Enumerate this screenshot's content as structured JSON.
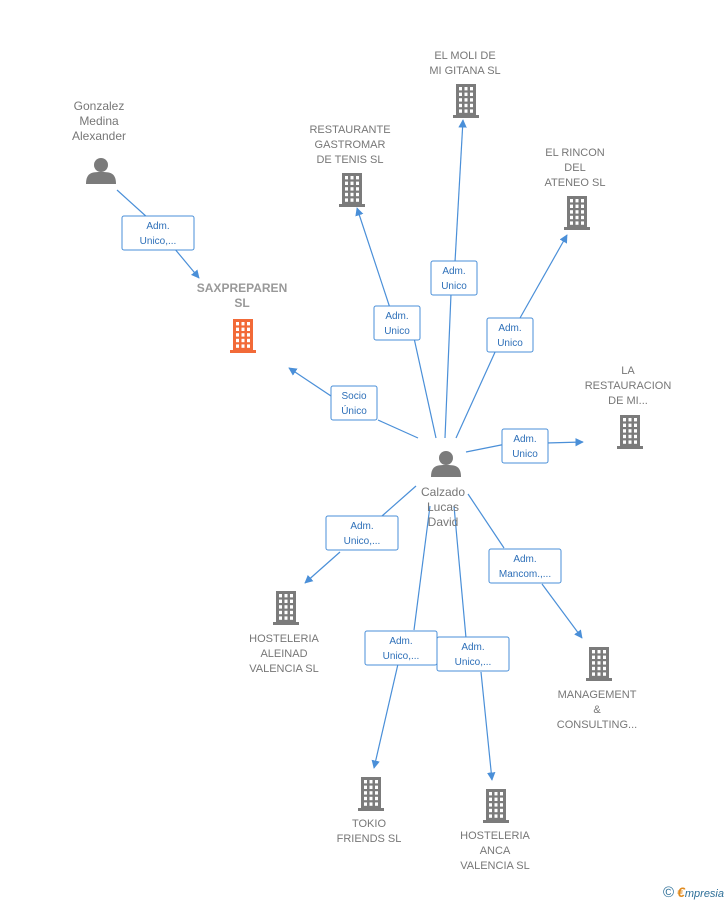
{
  "nodes": [
    {
      "id": "gonzalez",
      "type": "person",
      "label": [
        "Gonzalez",
        "Medina",
        "Alexander"
      ]
    },
    {
      "id": "calzado",
      "type": "person",
      "label": [
        "Calzado",
        "Lucas",
        "David"
      ]
    },
    {
      "id": "saxpreparen",
      "type": "company",
      "main": true,
      "label": [
        "SAXPREPAREN",
        "SL"
      ]
    },
    {
      "id": "molí",
      "type": "company",
      "label": [
        "EL MOLI DE",
        "MI GITANA  SL"
      ]
    },
    {
      "id": "restaurante",
      "type": "company",
      "label": [
        "RESTAURANTE",
        "GASTROMAR",
        "DE TENIS  SL"
      ]
    },
    {
      "id": "rincon",
      "type": "company",
      "label": [
        "EL RINCON",
        "DEL",
        "ATENEO  SL"
      ]
    },
    {
      "id": "restauracion",
      "type": "company",
      "label": [
        "LA",
        "RESTAURACION",
        "DE MI..."
      ]
    },
    {
      "id": "aleinad",
      "type": "company",
      "label": [
        "HOSTELERIA",
        "ALEINAD",
        "VALENCIA SL"
      ]
    },
    {
      "id": "management",
      "type": "company",
      "label": [
        "MANAGEMENT",
        "&",
        "CONSULTING..."
      ]
    },
    {
      "id": "tokio",
      "type": "company",
      "label": [
        "TOKIO",
        "FRIENDS  SL"
      ]
    },
    {
      "id": "anca",
      "type": "company",
      "label": [
        "HOSTELERIA",
        "ANCA",
        "VALENCIA  SL"
      ]
    }
  ],
  "edges": [
    {
      "from": "gonzalez",
      "to": "saxpreparen",
      "label": [
        "Adm.",
        "Unico,..."
      ]
    },
    {
      "from": "calzado",
      "to": "saxpreparen",
      "label": [
        "Socio",
        "Único"
      ]
    },
    {
      "from": "calzado",
      "to": "restaurante",
      "label": [
        "Adm.",
        "Unico"
      ]
    },
    {
      "from": "calzado",
      "to": "molí",
      "label": [
        "Adm.",
        "Unico"
      ]
    },
    {
      "from": "calzado",
      "to": "rincon",
      "label": [
        "Adm.",
        "Unico"
      ]
    },
    {
      "from": "calzado",
      "to": "restauracion",
      "label": [
        "Adm.",
        "Unico"
      ]
    },
    {
      "from": "calzado",
      "to": "aleinad",
      "label": [
        "Adm.",
        "Unico,..."
      ]
    },
    {
      "from": "calzado",
      "to": "management",
      "label": [
        "Adm.",
        "Mancom.,..."
      ]
    },
    {
      "from": "calzado",
      "to": "tokio",
      "label": [
        "Adm.",
        "Unico,..."
      ]
    },
    {
      "from": "calzado",
      "to": "anca",
      "label": [
        "Adm.",
        "Unico,..."
      ]
    }
  ],
  "footer": {
    "copyright": "©",
    "brand_initial": "€",
    "brand_rest": "mpresia"
  },
  "colors": {
    "edge": "#4a8fd8",
    "node": "#7b7b7b",
    "main_node": "#f26a38"
  }
}
